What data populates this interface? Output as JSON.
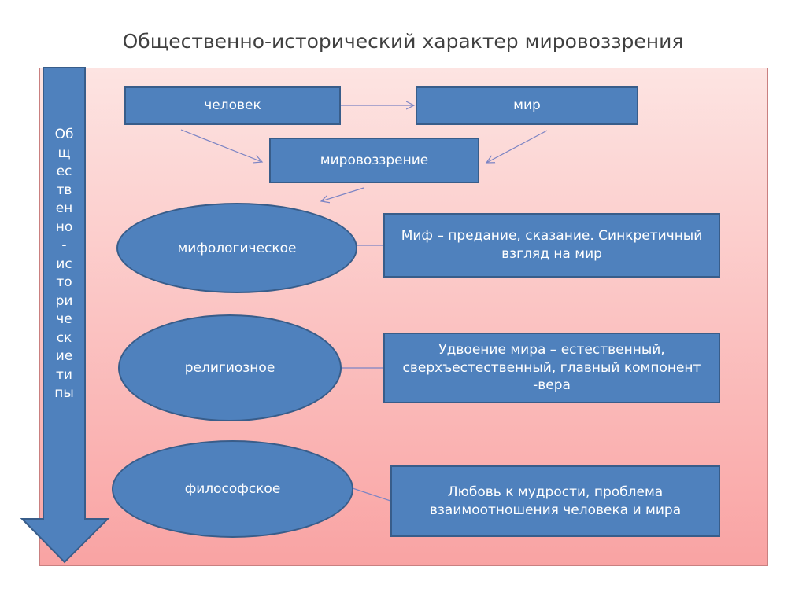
{
  "title": "Общественно-исторический характер  мировоззрения",
  "side_arrow": {
    "syllables": [
      "Об",
      "щ",
      "ес",
      "тв",
      "ен",
      "но",
      "-",
      "ис",
      "то",
      "ри",
      "че",
      "ск",
      "ие",
      "ти",
      "пы"
    ]
  },
  "top": {
    "person": "человек",
    "world": "мир",
    "worldview": "мировоззрение"
  },
  "types": [
    {
      "name": "мифологическое",
      "description": "Миф – предание, сказание. Синкретичный взгляд на мир"
    },
    {
      "name": "религиозное",
      "description": "Удвоение мира – естественный, сверхъестественный, главный компонент -вера"
    },
    {
      "name": "философское",
      "description": "Любовь к мудрости,  проблема взаимоотношения человека и мира"
    }
  ],
  "colors": {
    "shape_fill": "#4f81bd",
    "shape_border": "#385d8a",
    "connector": "#7b84c4"
  }
}
